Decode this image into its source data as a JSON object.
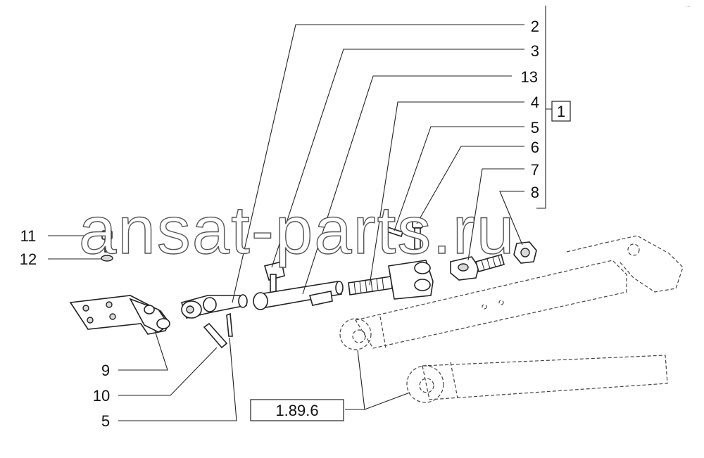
{
  "watermark": "ansat-parts.ru",
  "reference_box": "1.89.6",
  "group_label": "1",
  "corner_mark": "...",
  "callouts": {
    "c2": "2",
    "c3": "3",
    "c13": "13",
    "c4": "4",
    "c5_top": "5",
    "c6": "6",
    "c7": "7",
    "c8": "8",
    "c11": "11",
    "c12": "12",
    "c9": "9",
    "c10": "10",
    "c5_bottom": "5"
  }
}
